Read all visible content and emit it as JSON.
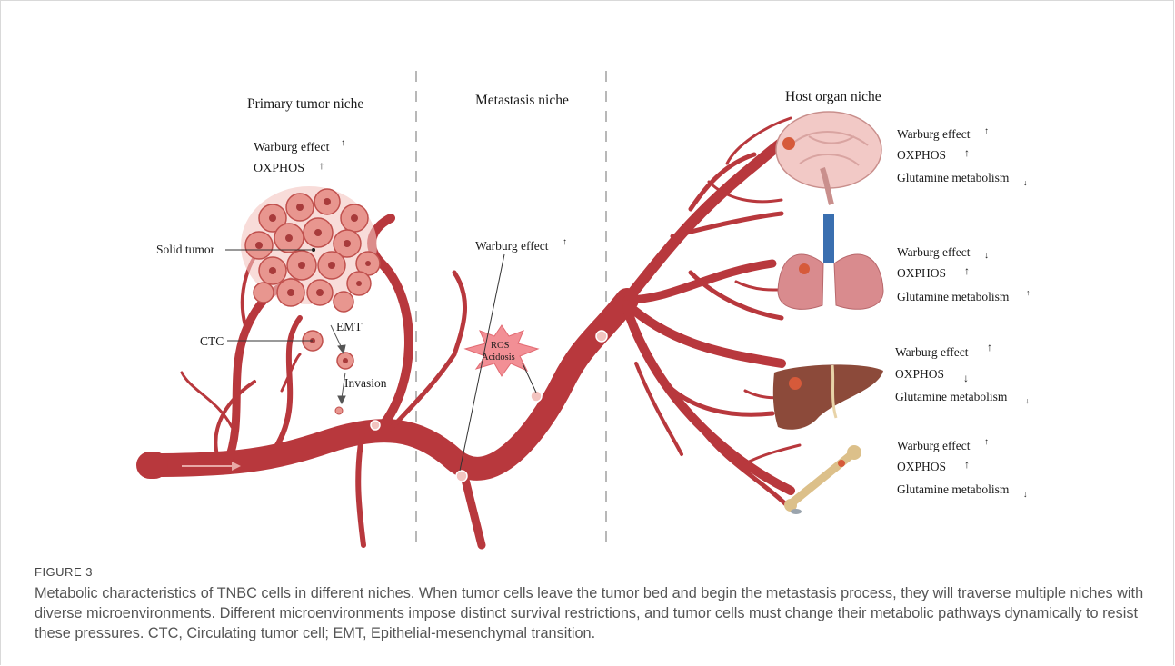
{
  "niches": {
    "primary": "Primary tumor niche",
    "metastasis": "Metastasis niche",
    "host": "Host organ niche"
  },
  "primary": {
    "warburg": "Warburg effect",
    "oxphos": "OXPHOS",
    "solid_tumor": "Solid tumor",
    "ctc": "CTC",
    "emt": "EMT",
    "invasion": "Invasion"
  },
  "metastasis": {
    "warburg": "Warburg effect",
    "ros": "ROS",
    "acidosis": "Acidosis"
  },
  "organs": {
    "brain": {
      "warburg": "Warburg effect",
      "oxphos": "OXPHOS",
      "glutamine": "Glutamine metabolism"
    },
    "lung": {
      "warburg": "Warburg effect",
      "oxphos": "OXPHOS",
      "glutamine": "Glutamine metabolism"
    },
    "liver": {
      "warburg": "Warburg effect",
      "oxphos": "OXPHOS",
      "glutamine": "Glutamine metabolism"
    },
    "bone": {
      "warburg": "Warburg effect",
      "oxphos": "OXPHOS",
      "glutamine": "Glutamine metabolism"
    }
  },
  "arrows": {
    "up": "↑",
    "down": "↓"
  },
  "colors": {
    "vessel": "#b8383d",
    "cell": "#e8968f",
    "cell_edge": "#c0504d",
    "liver": "#8c4a3a",
    "lung": "#d98b8e",
    "brain": "#f2c9c6",
    "bone": "#dcc08a"
  },
  "caption": {
    "label": "FIGURE 3",
    "text": "Metabolic characteristics of TNBC cells in different niches. When tumor cells leave the tumor bed and begin the metastasis process, they will traverse multiple niches with diverse microenvironments. Different microenvironments impose distinct survival restrictions, and tumor cells must change their metabolic pathways dynamically to resist these pressures. CTC, Circulating tumor cell; EMT, Epithelial-mesenchymal transition."
  }
}
